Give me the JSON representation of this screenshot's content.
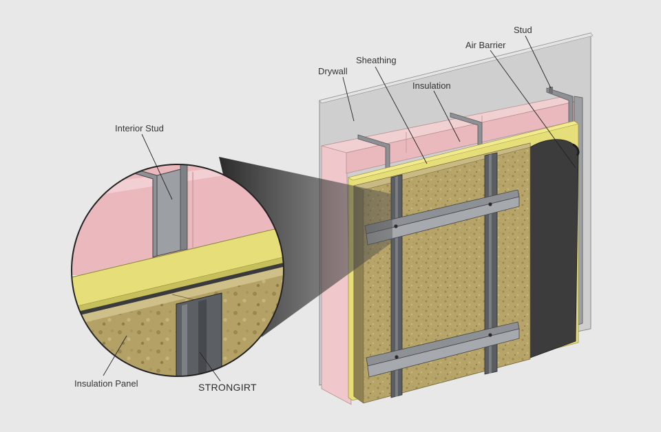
{
  "labels": {
    "stud": "Stud",
    "air_barrier": "Air Barrier",
    "sheathing": "Sheathing",
    "drywall": "Drywall",
    "insulation": "Insulation",
    "interior_stud": "Interior Stud",
    "insulation_panel": "Insulation Panel",
    "strongirt": "STRONGIRT"
  },
  "colors": {
    "background": "#e8e8e8",
    "drywall": "#cfcfcf",
    "batt_insulation": "#ecc0c4",
    "sheathing": "#e6de78",
    "air_barrier": "#3c3c3c",
    "mineral_wool": "#b6a468",
    "steel": "#8d9196"
  }
}
